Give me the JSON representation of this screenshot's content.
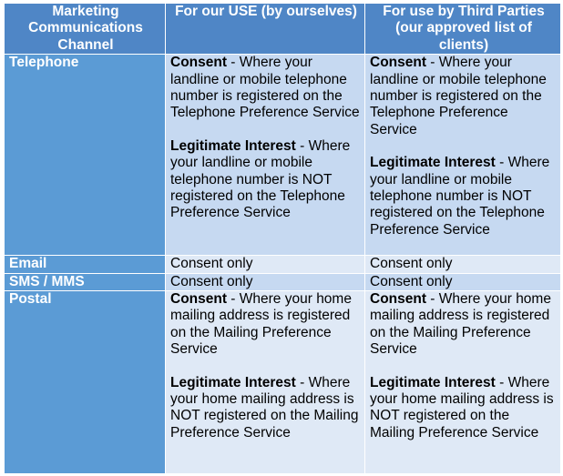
{
  "headers": {
    "channel": "Marketing Communications Channel",
    "own_use": "For our USE (by ourselves)",
    "third_parties": "For use by Third Parties (our approved list of clients)"
  },
  "rows": {
    "telephone": {
      "channel": "Telephone",
      "own_use": {
        "consent_label": "Consent",
        "consent_text": " - Where your landline or mobile telephone number is registered on the Telephone Preference Service",
        "li_label": "Legitimate Interest",
        "li_text": " - Where your landline or mobile telephone number is NOT registered on the Telephone Preference Service"
      },
      "third_parties": {
        "consent_label": "Consent",
        "consent_text": " - Where your landline or mobile telephone number is registered on the Telephone Preference Service",
        "li_label": "Legitimate Interest",
        "li_text": " - Where your landline or mobile telephone number is NOT registered on the Telephone Preference Service"
      }
    },
    "email": {
      "channel": "Email",
      "own_use": "Consent only",
      "third_parties": "Consent only"
    },
    "sms": {
      "channel": "SMS / MMS",
      "own_use": "Consent only",
      "third_parties": "Consent only"
    },
    "postal": {
      "channel": "Postal",
      "own_use": {
        "consent_label": "Consent",
        "consent_text": " - Where your home mailing address is registered on the Mailing Preference Service",
        "li_label": "Legitimate Interest",
        "li_text": " - Where your home mailing address is NOT registered on the Mailing Preference Service"
      },
      "third_parties": {
        "consent_label": "Consent",
        "consent_text": " - Where your home mailing address is registered on the Mailing Preference Service",
        "li_label": "Legitimate Interest",
        "li_text": " - Where your home mailing address is NOT registered on the Mailing Preference Service"
      }
    }
  },
  "colors": {
    "header_bg": "#4f86c6",
    "channel_bg": "#5b9bd5",
    "cell_dark": "#c6d9f1",
    "cell_light": "#dfe9f6"
  }
}
